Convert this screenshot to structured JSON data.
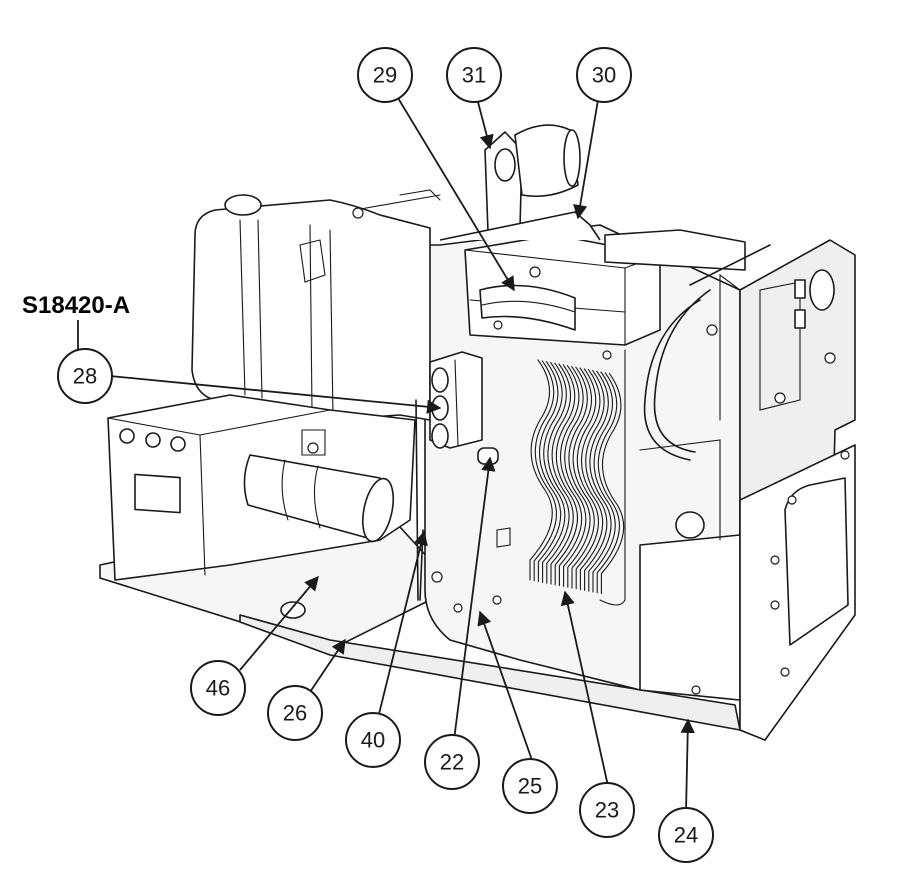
{
  "reference_label": "S18420-A",
  "callouts": [
    {
      "id": "c29",
      "label": "29"
    },
    {
      "id": "c31",
      "label": "31"
    },
    {
      "id": "c30",
      "label": "30"
    },
    {
      "id": "c28",
      "label": "28"
    },
    {
      "id": "c46",
      "label": "46"
    },
    {
      "id": "c26",
      "label": "26"
    },
    {
      "id": "c40",
      "label": "40"
    },
    {
      "id": "c22",
      "label": "22"
    },
    {
      "id": "c25",
      "label": "25"
    },
    {
      "id": "c23",
      "label": "23"
    },
    {
      "id": "c24",
      "label": "24"
    }
  ]
}
